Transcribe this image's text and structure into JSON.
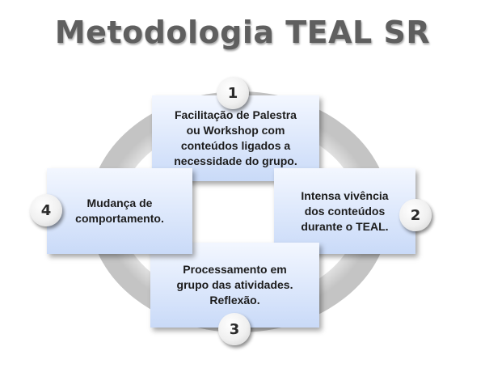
{
  "title": "Metodologia TEAL SR",
  "steps": [
    {
      "number": "1",
      "text": "Facilitação de Palestra\nou Workshop com\nconteúdos ligados a\nnecessidade do grupo."
    },
    {
      "number": "2",
      "text": "Intensa vivência\ndos conteúdos\ndurante o TEAL."
    },
    {
      "number": "3",
      "text": "Processamento em\ngrupo das atividades.\nReflexão."
    },
    {
      "number": "4",
      "text": "Mudança de\ncomportamento."
    }
  ],
  "colors": {
    "ring": "#d9d9d9",
    "box_top": "#f3f7ff",
    "box_bottom": "#c9daf8",
    "title": "#5f5f5f"
  }
}
